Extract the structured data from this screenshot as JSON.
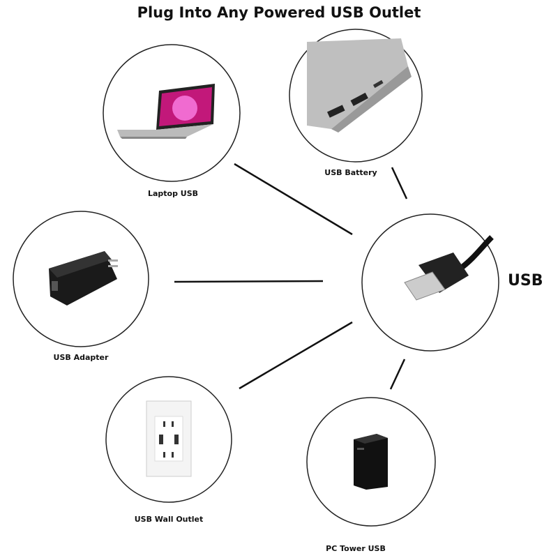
{
  "title": "Plug Into Any Powered USB Outlet",
  "center": {
    "label": "USB"
  },
  "sources": [
    {
      "label": "Laptop USB",
      "icon": "laptop-icon"
    },
    {
      "label": "USB Battery",
      "icon": "power-bank-icon"
    },
    {
      "label": "USB Adapter",
      "icon": "wall-adapter-icon"
    },
    {
      "label": "USB Wall Outlet",
      "icon": "wall-outlet-icon"
    },
    {
      "label": "PC Tower USB",
      "icon": "pc-tower-icon"
    }
  ]
}
